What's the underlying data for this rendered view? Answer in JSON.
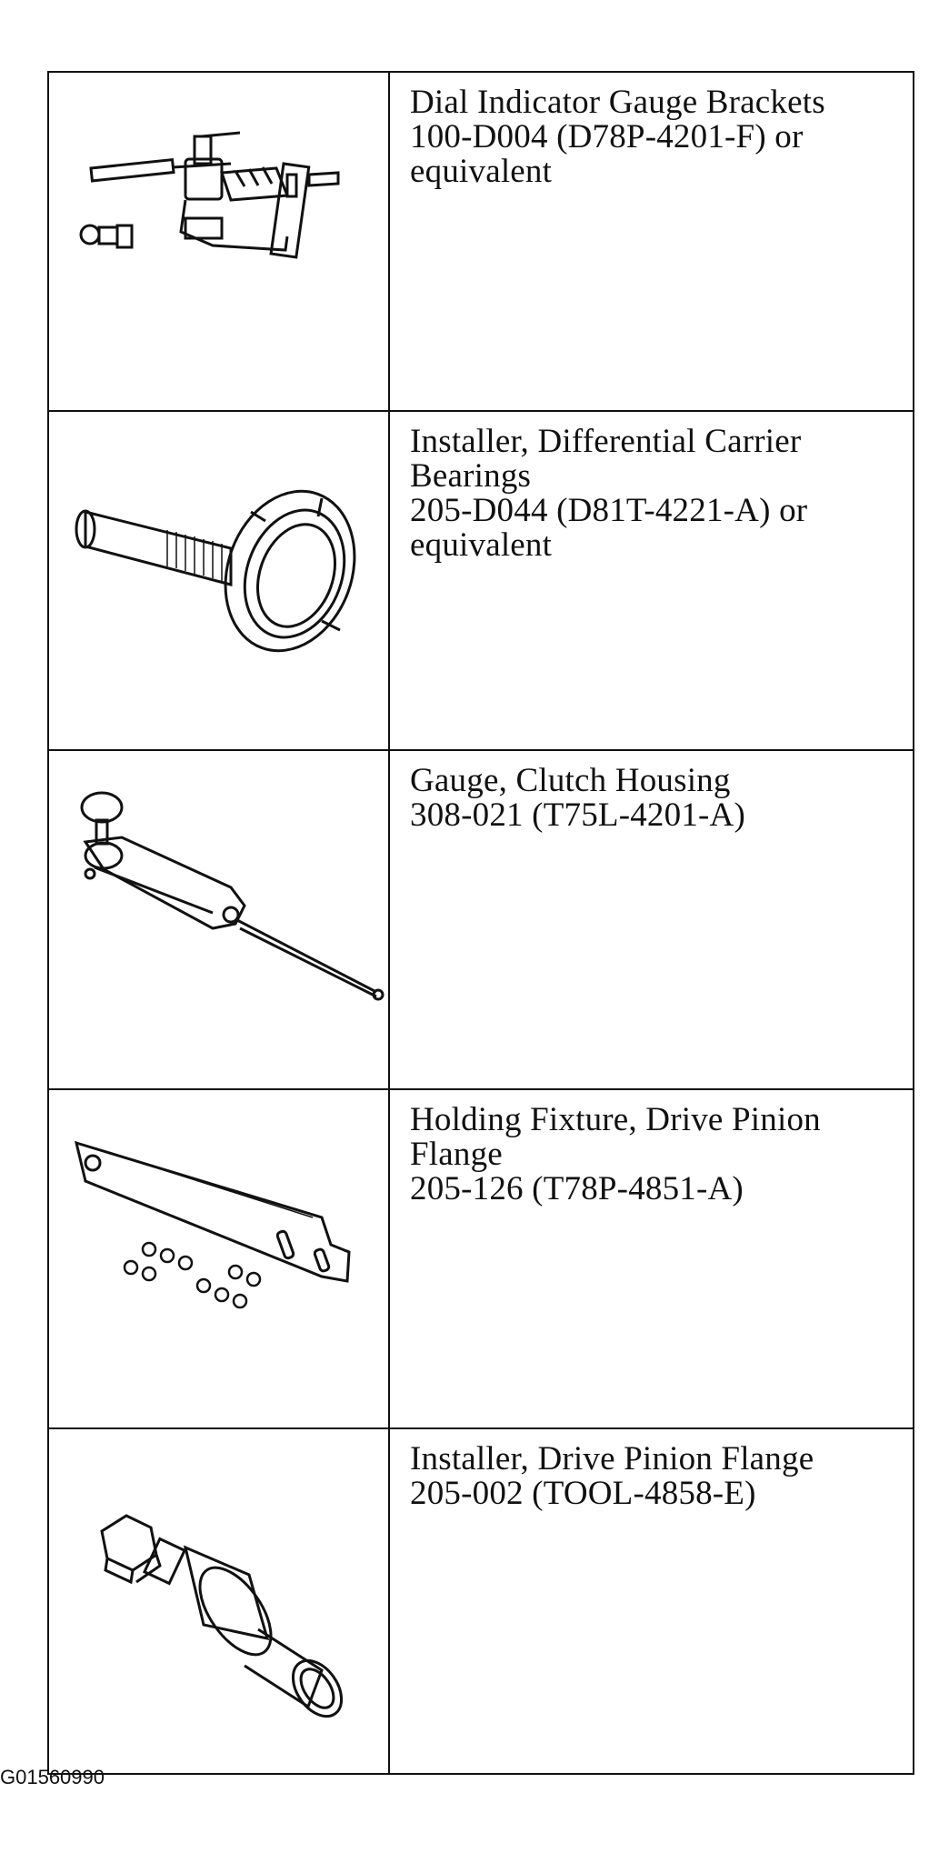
{
  "tools": [
    {
      "icon": "dial-indicator-brackets-icon",
      "lines": [
        "Dial Indicator Gauge Brackets",
        "100-D004 (D78P-4201-F) or",
        "equivalent"
      ]
    },
    {
      "icon": "bearing-installer-icon",
      "lines": [
        "Installer, Differential Carrier",
        "Bearings",
        "205-D044 (D81T-4221-A) or",
        "equivalent"
      ]
    },
    {
      "icon": "clutch-housing-gauge-icon",
      "lines": [
        "Gauge, Clutch Housing",
        "308-021 (T75L-4201-A)"
      ]
    },
    {
      "icon": "holding-fixture-icon",
      "lines": [
        "Holding Fixture, Drive Pinion",
        "Flange",
        "205-126 (T78P-4851-A)"
      ]
    },
    {
      "icon": "flange-installer-icon",
      "lines": [
        "Installer, Drive Pinion Flange",
        "205-002 (TOOL-4858-E)"
      ]
    }
  ],
  "figure_id": "G01560990"
}
